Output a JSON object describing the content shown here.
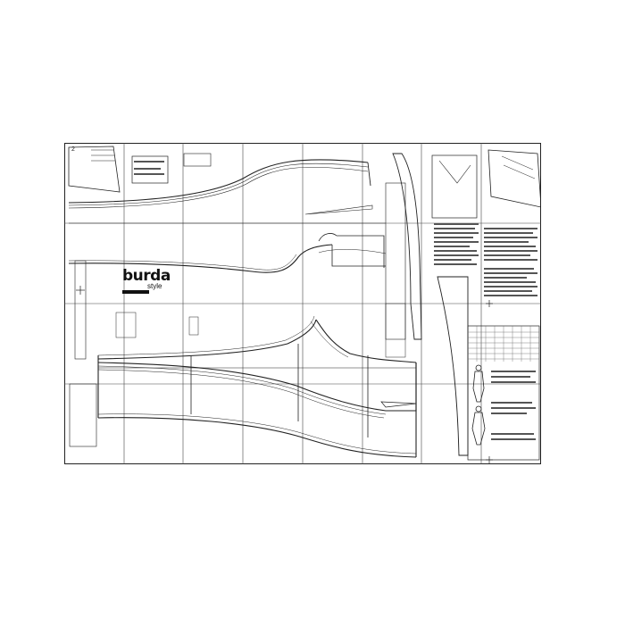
{
  "sheet": {
    "brand_name": "burda",
    "brand_sub": "style",
    "corner_number": "2",
    "colors": {
      "line": "#222222",
      "paper": "#ffffff",
      "text_block": "#555555"
    }
  },
  "icons": [
    "registration-cross-icon",
    "dressform-figure-icon",
    "measurement-table"
  ]
}
